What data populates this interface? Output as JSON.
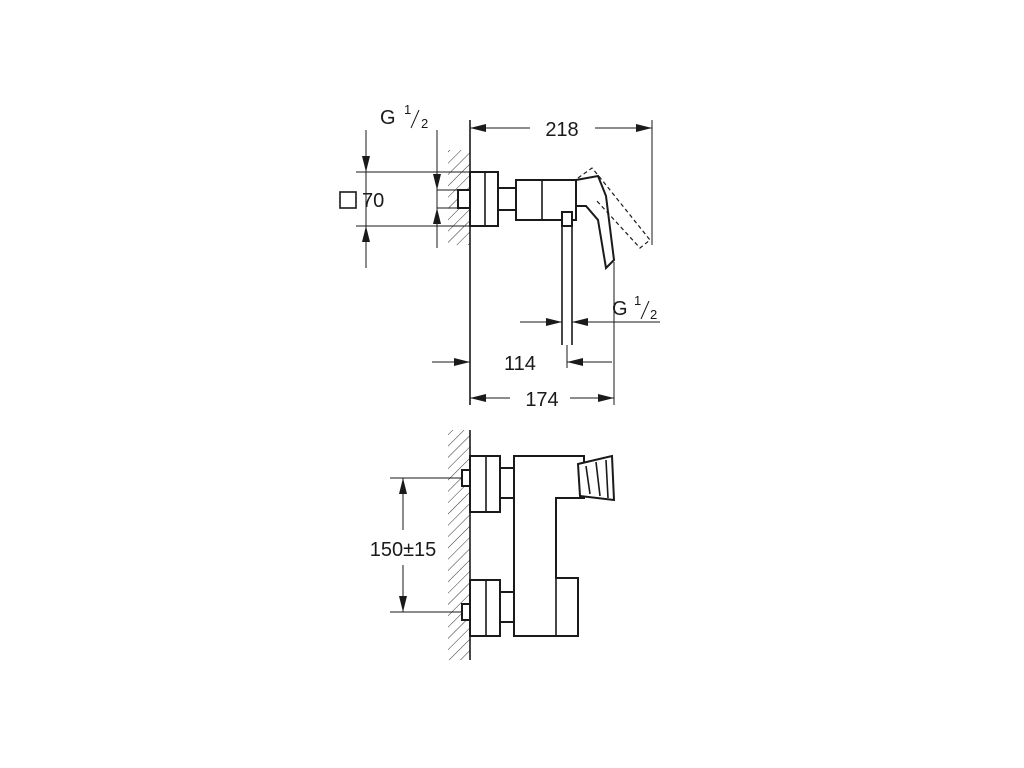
{
  "dimensions": {
    "overall_projection": "218",
    "inlet_thread_top": "G",
    "inlet_thread_top_num": "1",
    "inlet_thread_top_den": "2",
    "rosette_size": "70",
    "outlet_thread": "G",
    "outlet_thread_num": "1",
    "outlet_thread_den": "2",
    "outlet_distance": "114",
    "body_depth": "174",
    "inlet_centres": "150±15"
  }
}
